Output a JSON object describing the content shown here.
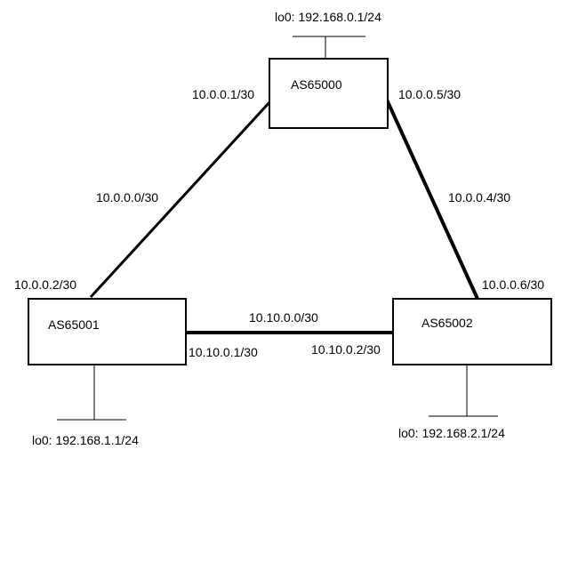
{
  "routers": {
    "r0": {
      "name": "AS65000",
      "loopback": "lo0: 192.168.0.1/24"
    },
    "r1": {
      "name": "AS65001",
      "loopback": "lo0: 192.168.1.1/24"
    },
    "r2": {
      "name": "AS65002",
      "loopback": "lo0: 192.168.2.1/24"
    }
  },
  "links": {
    "r0_r1": {
      "network": "10.0.0.0/30",
      "r0_ip": "10.0.0.1/30",
      "r1_ip": "10.0.0.2/30"
    },
    "r0_r2": {
      "network": "10.0.0.4/30",
      "r0_ip": "10.0.0.5/30",
      "r2_ip": "10.0.0.6/30"
    },
    "r1_r2": {
      "network": "10.10.0.0/30",
      "r1_ip": "10.10.0.1/30",
      "r2_ip": "10.10.0.2/30"
    }
  },
  "colors": {
    "stroke": "#000000",
    "background": "#ffffff"
  }
}
